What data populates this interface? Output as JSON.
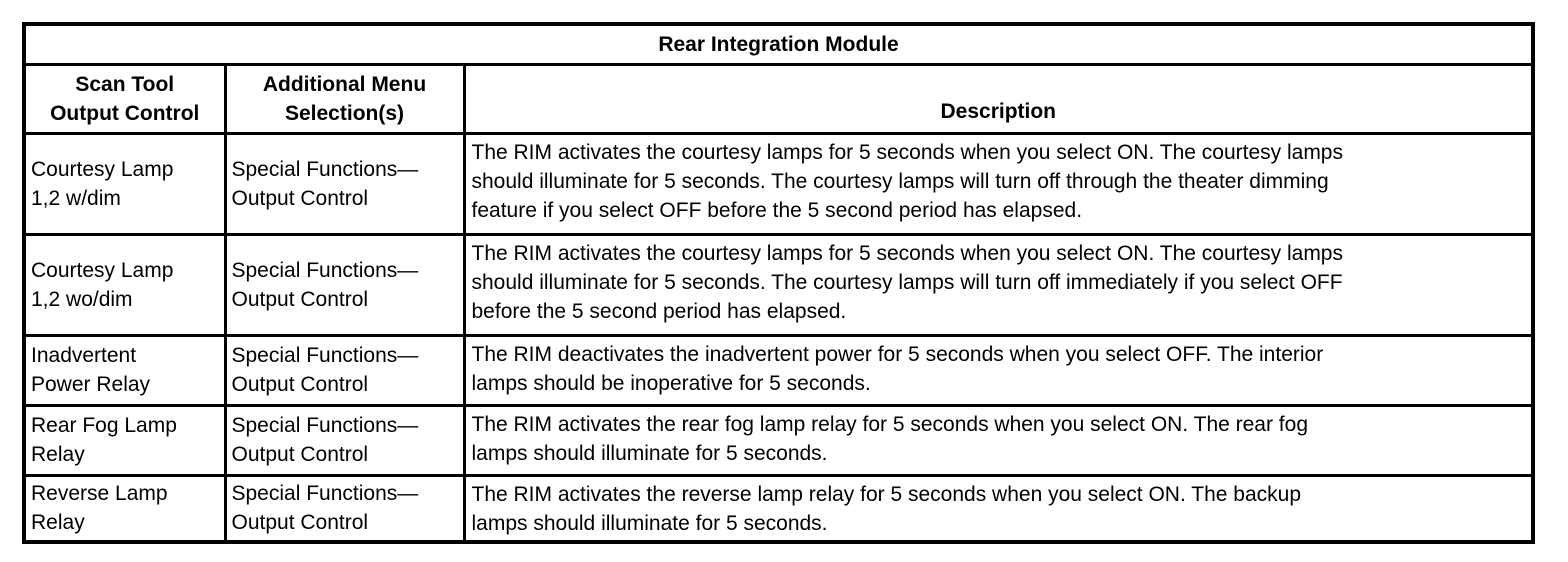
{
  "table": {
    "title": "Rear Integration Module",
    "columns": [
      "Scan Tool\nOutput Control",
      "Additional Menu\nSelection(s)",
      "Description"
    ],
    "rows": [
      {
        "control": "Courtesy Lamp\n1,2 w/dim",
        "menu": "Special Functions—\nOutput Control",
        "description": "The RIM activates the courtesy lamps for 5 seconds when you select ON. The courtesy lamps\nshould illuminate for 5 seconds. The courtesy lamps will turn off through the theater dimming\nfeature if you select OFF before the 5 second period has elapsed."
      },
      {
        "control": "Courtesy Lamp\n1,2 wo/dim",
        "menu": "Special Functions—\nOutput Control",
        "description": "The RIM activates the courtesy lamps for 5 seconds when you select ON. The courtesy lamps\nshould illuminate for 5 seconds. The courtesy lamps will turn off immediately if you select OFF\nbefore the 5 second period has elapsed."
      },
      {
        "control": "Inadvertent\nPower Relay",
        "menu": "Special Functions—\nOutput Control",
        "description": "The RIM deactivates the inadvertent power for 5 seconds when you select OFF. The interior\nlamps should be inoperative for 5 seconds."
      },
      {
        "control": "Rear Fog Lamp\nRelay",
        "menu": "Special Functions—\nOutput Control",
        "description": "The RIM activates the rear fog lamp relay for 5 seconds when you select ON. The rear fog\nlamps should illuminate for 5 seconds."
      },
      {
        "control": "Reverse Lamp\nRelay",
        "menu": "Special Functions—\nOutput Control",
        "description": "The RIM activates the reverse lamp relay for 5 seconds when you select ON. The backup\nlamps should illuminate for 5 seconds."
      }
    ],
    "colors": {
      "border": "#000000",
      "text": "#000000",
      "background": "#ffffff"
    }
  }
}
